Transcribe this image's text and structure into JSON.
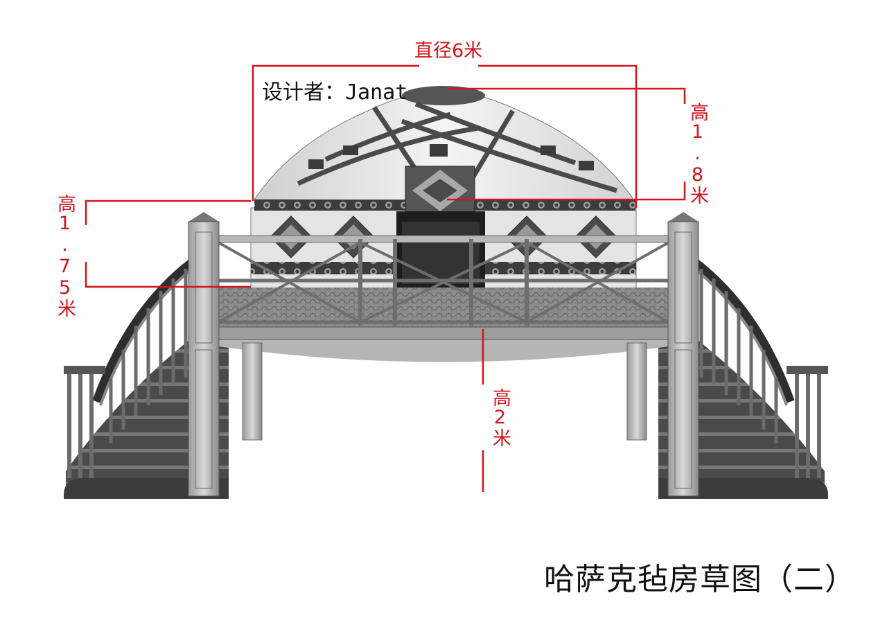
{
  "designer_label": "设计者：Janat",
  "caption": "哈萨克毡房草图（二）",
  "dimensions": {
    "diameter": "直径6米",
    "roof_height": "高1.8米",
    "wall_height": "高1.75米",
    "platform_height": "高2米"
  },
  "colors": {
    "dimension_lines": "#d4141c",
    "text": "#111111",
    "structure": "#555555"
  }
}
